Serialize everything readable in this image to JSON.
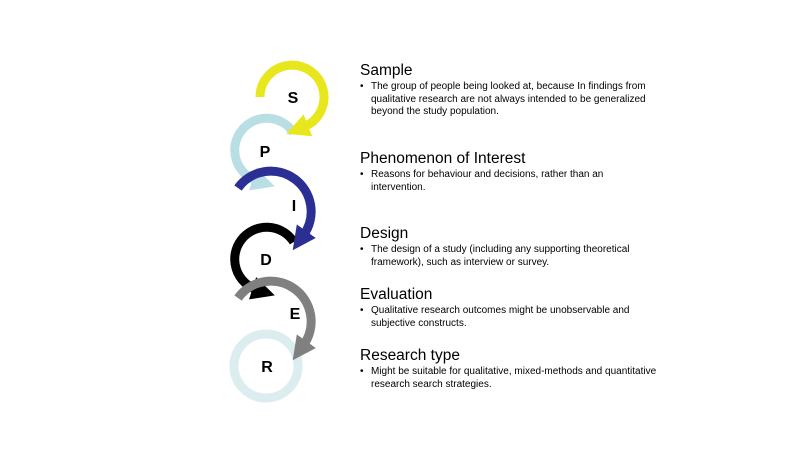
{
  "letters": [
    "S",
    "P",
    "I",
    "D",
    "E",
    "R"
  ],
  "colors": {
    "S": "#e8e61c",
    "P": "#b9dfe4",
    "I": "#2b2f93",
    "D": "#000000",
    "E": "#808080",
    "R": "#dcedf0"
  },
  "sections": [
    {
      "title": "Sample",
      "bullet": "The group of people being looked at, because In findings from qualitative research are not always intended to be generalized beyond the study population."
    },
    {
      "title": "Phenomenon of Interest",
      "bullet": "Reasons for behaviour and decisions, rather than an intervention."
    },
    {
      "title": "Design",
      "bullet": "The design of a study (including any supporting theoretical framework), such as interview or survey."
    },
    {
      "title": "Evaluation",
      "bullet": "Qualitative research outcomes might be unobservable and subjective constructs."
    },
    {
      "title": "Research type",
      "bullet": "Might be suitable for qualitative, mixed-methods and quantitative research search strategies."
    }
  ]
}
